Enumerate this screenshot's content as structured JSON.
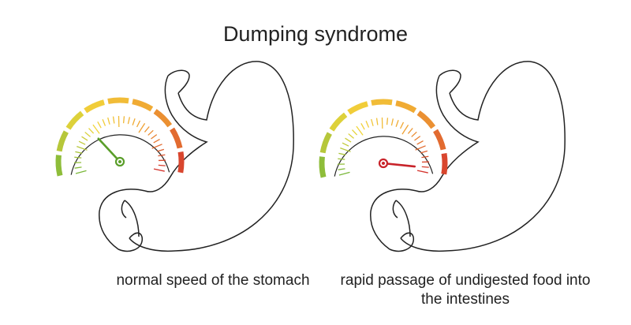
{
  "title": "Dumping syndrome",
  "panels": [
    {
      "caption": "normal speed of the stomach",
      "gauge_level": 0.3,
      "needle_color": "#5a9e2a"
    },
    {
      "caption": "rapid passage of undigested food into the intestines",
      "gauge_level": 0.97,
      "needle_color": "#c8232a"
    }
  ],
  "colors": {
    "green": "#7ab83a",
    "yellow": "#f1d63a",
    "orange": "#f0a233",
    "red": "#d4342d",
    "outline": "#222222"
  }
}
